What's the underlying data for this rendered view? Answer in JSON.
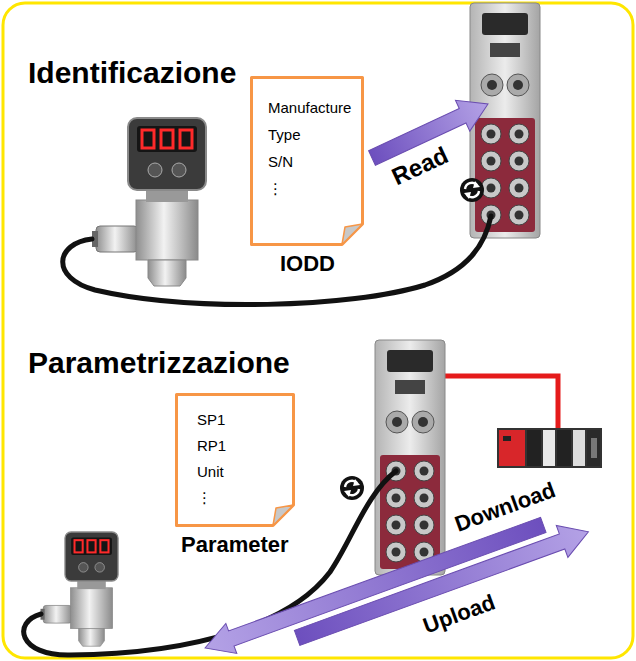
{
  "diagram": {
    "nodes": [
      {
        "text": [
          "Manufacture",
          "Type",
          "S/N",
          "⋮",
          "IODD"
        ]
      },
      {
        "text": [
          "SP1",
          "RP1",
          "Unit",
          "⋮",
          "Parameter"
        ]
      }
    ],
    "labels": [
      "Identificazione",
      "Read",
      "Parametrizzazione",
      "Download",
      "Upload"
    ]
  }
}
